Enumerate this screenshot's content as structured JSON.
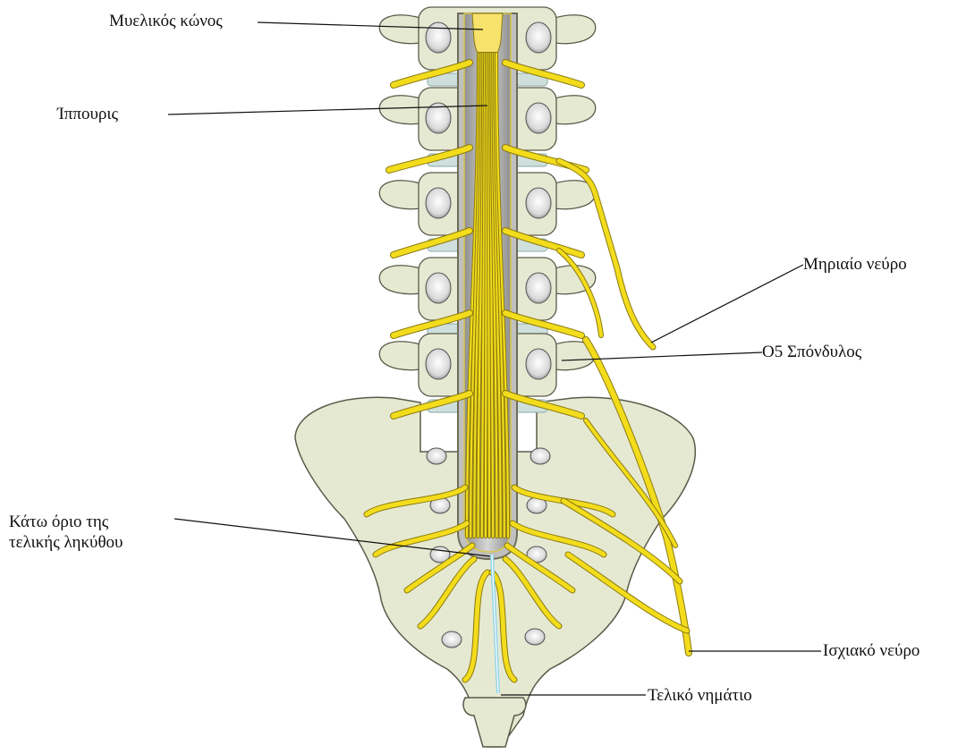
{
  "labels": {
    "conus": "Μυελικός κώνος",
    "cauda": "Ίππουρις",
    "femoral": "Μηριαίο νεύρο",
    "l5": "Ο5 Σπόνδυλος",
    "sac_line1": "Κάτω όριο της",
    "sac_line2": "τελικής ληκύθου",
    "sciatic": "Ισχιακό νεύρο",
    "filum": "Τελικό νημάτιο"
  },
  "colors": {
    "bone": "#e6e9d2",
    "bone_outline": "#5a5a4a",
    "disc": "#cfe0dc",
    "nerve": "#f3dc1c",
    "nerve_outline": "#8a7a10",
    "dura": "#a6a6a6",
    "dura_inner": "#cfcfcf",
    "filum": "#8fd3ea",
    "leader": "#111111"
  }
}
